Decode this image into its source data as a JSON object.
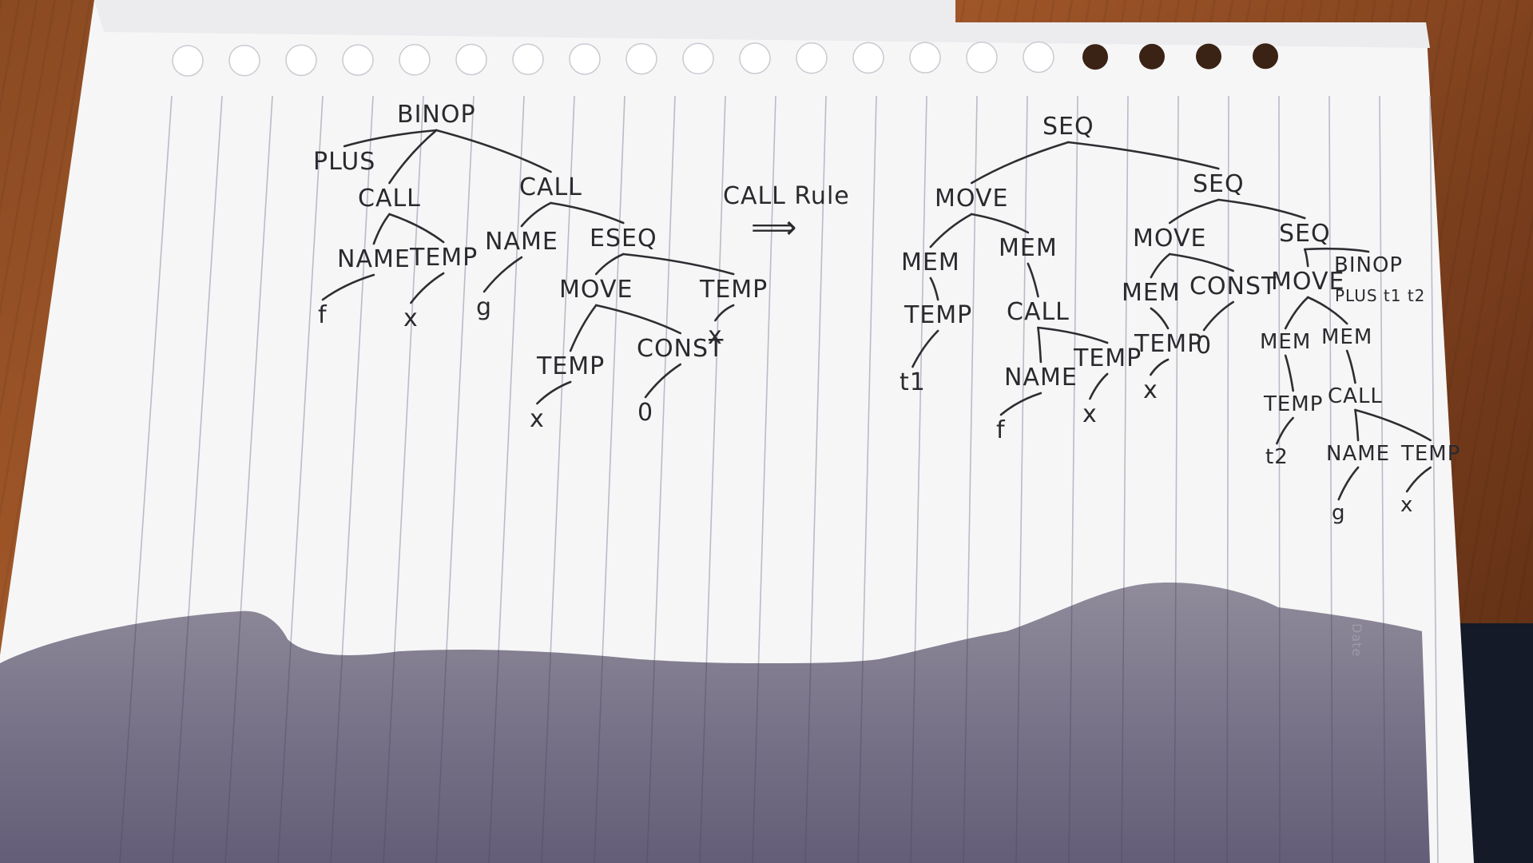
{
  "left_tree": {
    "nodes": [
      {
        "id": "l_binop",
        "label": "BINOP"
      },
      {
        "id": "l_plus",
        "label": "PLUS"
      },
      {
        "id": "l_call1",
        "label": "CALL"
      },
      {
        "id": "l_call2",
        "label": "CALL"
      },
      {
        "id": "l_name1",
        "label": "NAME"
      },
      {
        "id": "l_temp1",
        "label": "TEMP"
      },
      {
        "id": "l_f",
        "label": "f"
      },
      {
        "id": "l_x1",
        "label": "x"
      },
      {
        "id": "l_name2",
        "label": "NAME"
      },
      {
        "id": "l_g",
        "label": "g"
      },
      {
        "id": "l_eseq",
        "label": "ESEQ"
      },
      {
        "id": "l_move",
        "label": "MOVE"
      },
      {
        "id": "l_temp2",
        "label": "TEMP"
      },
      {
        "id": "l_temp3",
        "label": "TEMP"
      },
      {
        "id": "l_x3",
        "label": "x"
      },
      {
        "id": "l_const",
        "label": "CONST"
      },
      {
        "id": "l_x2",
        "label": "x"
      },
      {
        "id": "l_zero",
        "label": "0"
      }
    ],
    "edges": [
      [
        "l_binop",
        "l_plus"
      ],
      [
        "l_binop",
        "l_call1"
      ],
      [
        "l_binop",
        "l_call2"
      ],
      [
        "l_call1",
        "l_name1"
      ],
      [
        "l_call1",
        "l_temp1"
      ],
      [
        "l_name1",
        "l_f"
      ],
      [
        "l_temp1",
        "l_x1"
      ],
      [
        "l_call2",
        "l_name2"
      ],
      [
        "l_call2",
        "l_eseq"
      ],
      [
        "l_name2",
        "l_g"
      ],
      [
        "l_eseq",
        "l_move"
      ],
      [
        "l_eseq",
        "l_temp3"
      ],
      [
        "l_move",
        "l_temp2"
      ],
      [
        "l_move",
        "l_const"
      ],
      [
        "l_temp2",
        "l_x2"
      ],
      [
        "l_const",
        "l_zero"
      ],
      [
        "l_temp3",
        "l_x3"
      ]
    ]
  },
  "arrow": {
    "label": "CALL Rule",
    "symbol": "⟹"
  },
  "right_tree": {
    "nodes": [
      {
        "id": "r_seq1",
        "label": "SEQ"
      },
      {
        "id": "r_move1",
        "label": "MOVE"
      },
      {
        "id": "r_seq2",
        "label": "SEQ"
      },
      {
        "id": "r_mem1",
        "label": "MEM"
      },
      {
        "id": "r_mem2",
        "label": "MEM"
      },
      {
        "id": "r_temp1",
        "label": "TEMP"
      },
      {
        "id": "r_t1",
        "label": "t1"
      },
      {
        "id": "r_call1",
        "label": "CALL"
      },
      {
        "id": "r_name1",
        "label": "NAME"
      },
      {
        "id": "r_temp2",
        "label": "TEMP"
      },
      {
        "id": "r_f",
        "label": "f"
      },
      {
        "id": "r_x1",
        "label": "x"
      },
      {
        "id": "r_move2",
        "label": "MOVE"
      },
      {
        "id": "r_mem3",
        "label": "MEM"
      },
      {
        "id": "r_const",
        "label": "CONST"
      },
      {
        "id": "r_temp3",
        "label": "TEMP"
      },
      {
        "id": "r_x2",
        "label": "x"
      },
      {
        "id": "r_zero",
        "label": "0"
      },
      {
        "id": "r_seq3",
        "label": "SEQ"
      },
      {
        "id": "r_move3",
        "label": "MOVE"
      },
      {
        "id": "r_binop",
        "label": "BINOP"
      },
      {
        "id": "r_binop_args",
        "label": "PLUS t1 t2"
      },
      {
        "id": "r_mem4",
        "label": "MEM"
      },
      {
        "id": "r_mem5",
        "label": "MEM"
      },
      {
        "id": "r_temp4",
        "label": "TEMP"
      },
      {
        "id": "r_t2",
        "label": "t2"
      },
      {
        "id": "r_call2",
        "label": "CALL"
      },
      {
        "id": "r_name2",
        "label": "NAME"
      },
      {
        "id": "r_temp5",
        "label": "TEMP"
      },
      {
        "id": "r_g",
        "label": "g"
      },
      {
        "id": "r_x3",
        "label": "x"
      }
    ],
    "edges": [
      [
        "r_seq1",
        "r_move1"
      ],
      [
        "r_seq1",
        "r_seq2"
      ],
      [
        "r_move1",
        "r_mem1"
      ],
      [
        "r_move1",
        "r_mem2"
      ],
      [
        "r_mem1",
        "r_temp1"
      ],
      [
        "r_temp1",
        "r_t1"
      ],
      [
        "r_mem2",
        "r_call1"
      ],
      [
        "r_call1",
        "r_name1"
      ],
      [
        "r_call1",
        "r_temp2"
      ],
      [
        "r_name1",
        "r_f"
      ],
      [
        "r_temp2",
        "r_x1"
      ],
      [
        "r_seq2",
        "r_move2"
      ],
      [
        "r_seq2",
        "r_seq3"
      ],
      [
        "r_move2",
        "r_mem3"
      ],
      [
        "r_move2",
        "r_const"
      ],
      [
        "r_mem3",
        "r_temp3"
      ],
      [
        "r_temp3",
        "r_x2"
      ],
      [
        "r_const",
        "r_zero"
      ],
      [
        "r_seq3",
        "r_move3"
      ],
      [
        "r_seq3",
        "r_binop"
      ],
      [
        "r_move3",
        "r_mem4"
      ],
      [
        "r_move3",
        "r_mem5"
      ],
      [
        "r_mem4",
        "r_temp4"
      ],
      [
        "r_temp4",
        "r_t2"
      ],
      [
        "r_mem5",
        "r_call2"
      ],
      [
        "r_call2",
        "r_name2"
      ],
      [
        "r_call2",
        "r_temp5"
      ],
      [
        "r_name2",
        "r_g"
      ],
      [
        "r_temp5",
        "r_x3"
      ]
    ]
  },
  "paper_margin_label": "Date"
}
